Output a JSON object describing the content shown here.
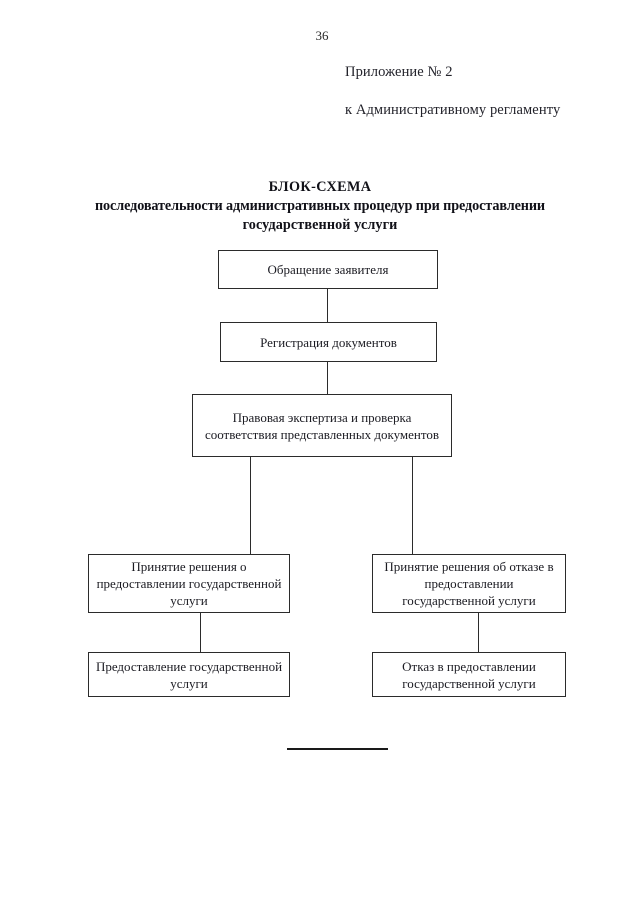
{
  "page": {
    "number": "36",
    "header_lines": [
      "Приложение № 2",
      "к Административному регламенту"
    ],
    "title": {
      "line1": "БЛОК-СХЕМА",
      "line2": "последовательности административных процедур при предоставлении",
      "line3": "государственной услуги"
    },
    "footer_rule": "horizontal-rule"
  },
  "flowchart": {
    "type": "flowchart",
    "nodes": [
      {
        "id": "n1",
        "label": "Обращение заявителя"
      },
      {
        "id": "n2",
        "label": "Регистрация документов"
      },
      {
        "id": "n3",
        "label": "Правовая экспертиза и проверка соответствия представленных документов"
      },
      {
        "id": "n4",
        "label": "Принятие решения о предоставлении государственной услуги"
      },
      {
        "id": "n5",
        "label": "Принятие решения об отказе в предоставлении государственной услуги"
      },
      {
        "id": "n6",
        "label": "Предоставление государственной услуги"
      },
      {
        "id": "n7",
        "label": "Отказ в предоставлении государственной услуги"
      }
    ],
    "edges": [
      {
        "from": "n1",
        "to": "n2"
      },
      {
        "from": "n2",
        "to": "n3"
      },
      {
        "from": "n3",
        "to": "n4"
      },
      {
        "from": "n3",
        "to": "n5"
      },
      {
        "from": "n4",
        "to": "n6"
      },
      {
        "from": "n5",
        "to": "n7"
      }
    ]
  }
}
